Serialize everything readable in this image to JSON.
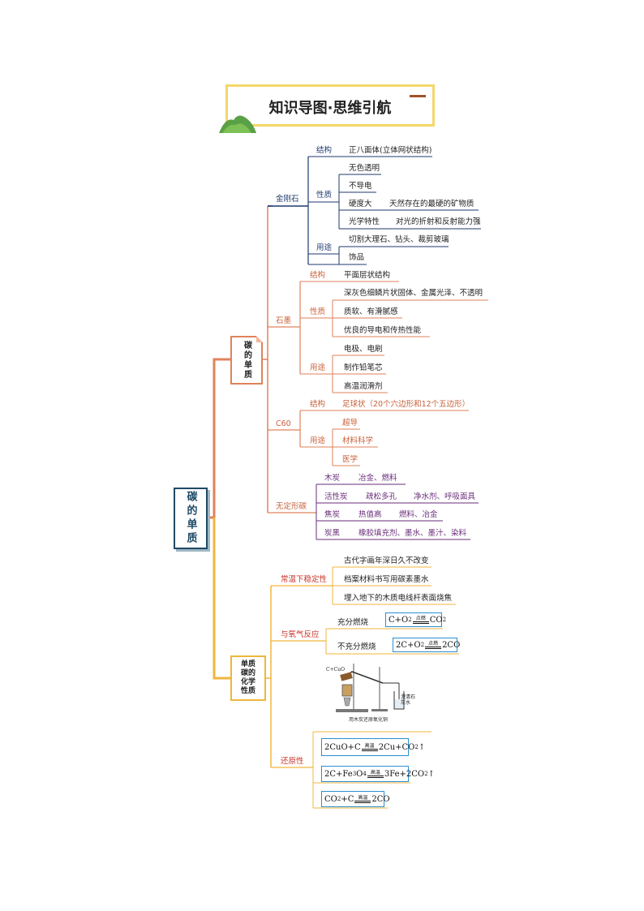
{
  "title": "知识导图·思维引航",
  "root": "碳的单质",
  "branch1": {
    "label": "碳的单质",
    "diamond": {
      "label": "金刚石",
      "structure_label": "结构",
      "structure": "正八面体(立体网状结构)",
      "property_label": "性质",
      "properties": [
        "无色透明",
        "不导电",
        "硬度大",
        "光学特性"
      ],
      "property_notes": [
        "天然存在的最硬的矿物质",
        "对光的折射和反射能力强"
      ],
      "use_label": "用途",
      "uses": [
        "切割大理石、钻头、裁剪玻璃",
        "饰品"
      ]
    },
    "graphite": {
      "label": "石墨",
      "structure_label": "结构",
      "structure": "平面层状结构",
      "property_label": "性质",
      "properties": [
        "深灰色细鳞片状固体、金属光泽、不透明",
        "质软、有滑腻感",
        "优良的导电和传热性能"
      ],
      "use_label": "用途",
      "uses": [
        "电极、电刷",
        "制作铅笔芯",
        "高温润滑剂"
      ]
    },
    "c60": {
      "label": "C60",
      "structure_label": "结构",
      "structure": "足球状（20个六边形和12个五边形）",
      "use_label": "用途",
      "uses": [
        "超导",
        "材料科学",
        "医学"
      ]
    },
    "amorphous": {
      "label": "无定形碳",
      "items": [
        {
          "name": "木炭",
          "a": "冶金、燃料",
          "b": ""
        },
        {
          "name": "活性炭",
          "a": "疏松多孔",
          "b": "净水剂、呼吸面具"
        },
        {
          "name": "焦炭",
          "a": "热值高",
          "b": "燃料、冶金"
        },
        {
          "name": "炭黑",
          "a": "橡胶填充剂、墨水、墨汁、染料",
          "b": ""
        }
      ]
    }
  },
  "branch2": {
    "label": "单质碳的化学性质",
    "label_lines": [
      "单质",
      "碳的",
      "化学",
      "性质"
    ],
    "stability": {
      "label": "常温下稳定性",
      "items": [
        "古代字画年深日久不改变",
        "档案材料书写用碳素墨水",
        "埋入地下的木质电线杆表面烧焦"
      ]
    },
    "oxygen": {
      "label": "与氧气反应",
      "full_label": "充分燃烧",
      "partial_label": "不充分燃烧",
      "cond": "点燃"
    },
    "apparatus": {
      "left_label": "C+CuO",
      "right_label": "澄清石灰水",
      "caption": "用木炭还原氧化铜"
    },
    "reduction": {
      "label": "还原性",
      "cond": "高温"
    }
  },
  "colors": {
    "navy": "#1f3a6e",
    "orange": "#e0825a",
    "orange_dark": "#c8613a",
    "gold": "#f0b63c",
    "title_border": "#f4d76a",
    "purple": "#6a2d7a",
    "red": "#c8342a",
    "equation_border": "#2a8fd0"
  }
}
